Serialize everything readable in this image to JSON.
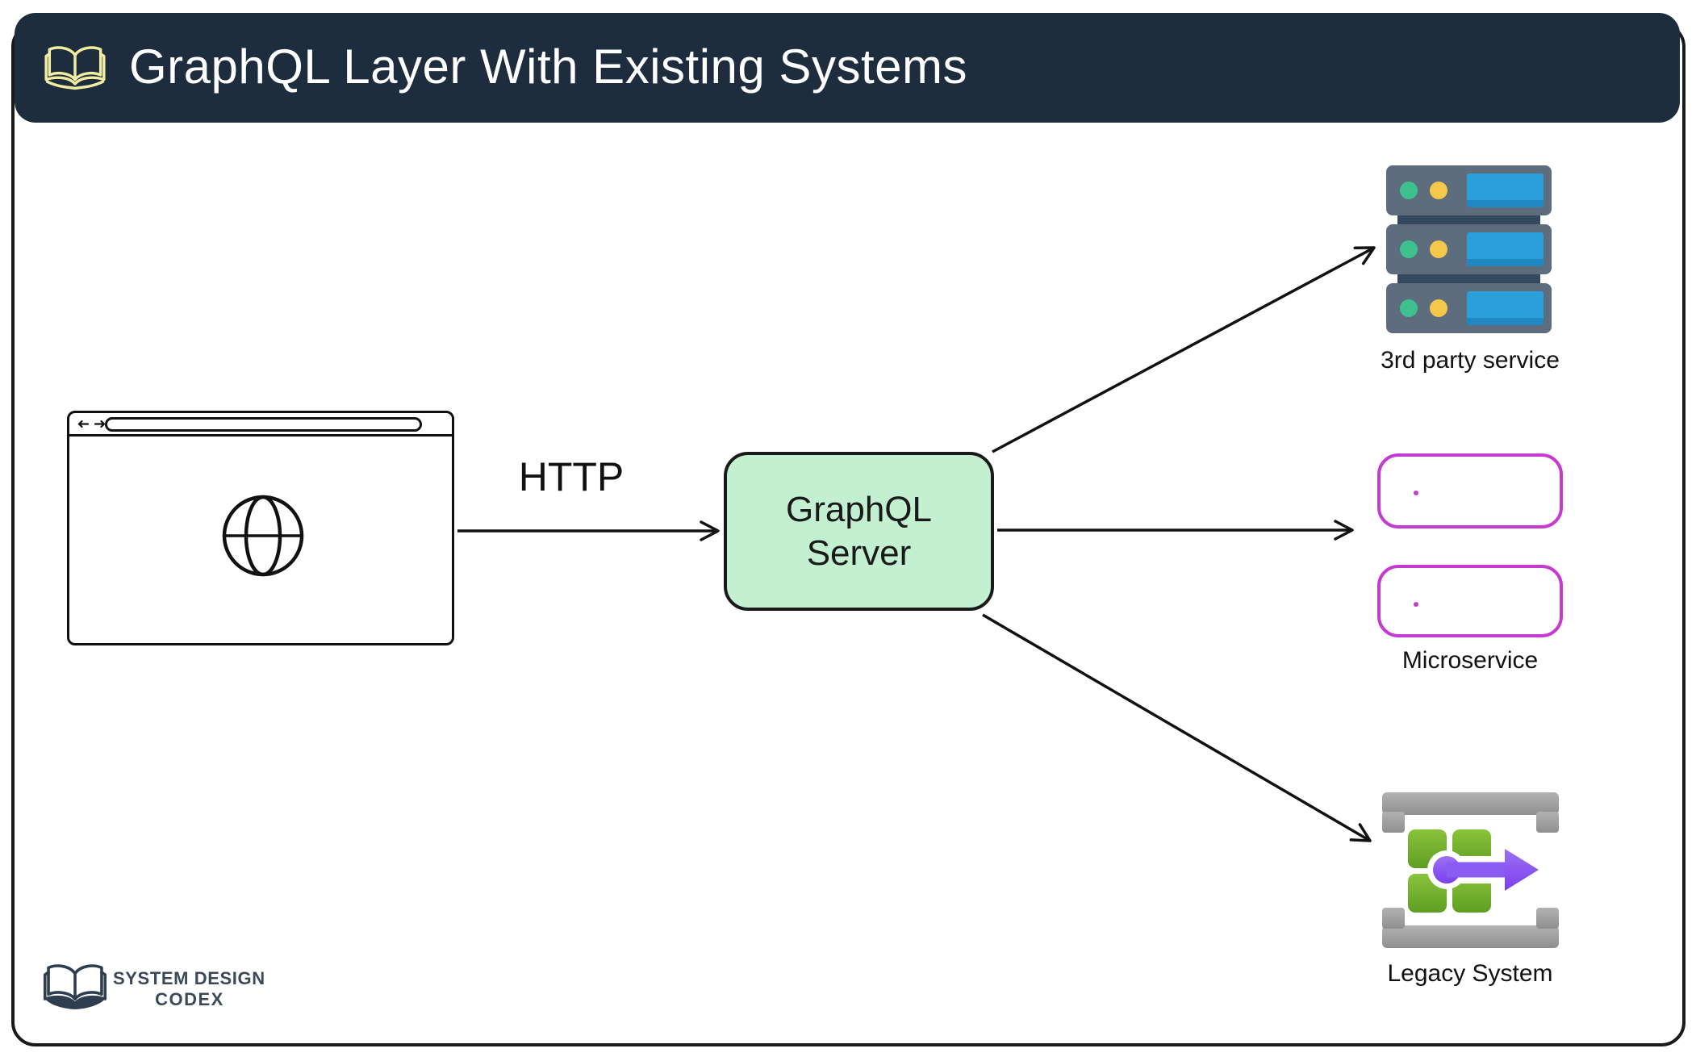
{
  "header": {
    "title": "GraphQL Layer With Existing Systems",
    "icon": "open-book-icon"
  },
  "flow": {
    "client_icon": "browser-window-with-globe",
    "http_label": "HTTP",
    "server_line1": "GraphQL",
    "server_line2": "Server"
  },
  "targets": {
    "third_party": {
      "label": "3rd party service",
      "icon": "server-stack-icon"
    },
    "microservice": {
      "label": "Microservice",
      "icon": "rounded-service-boxes"
    },
    "legacy": {
      "label": "Legacy System",
      "icon": "legacy-system-icon"
    }
  },
  "logo": {
    "line1": "SYSTEM DESIGN",
    "line2": "CODEX",
    "icon": "open-book-icon"
  },
  "colors": {
    "header_bg": "#1d2d3d",
    "header_text": "#ffffff",
    "header_book_yellow": "#f2eda0",
    "diagram_stroke": "#1a1a1a",
    "graphql_box_fill": "#c3f0d0",
    "rack_body": "#5d6d7e",
    "rack_divider": "#34495e",
    "rack_panel_blue": "#2b9fda",
    "rack_panel_blue_dark": "#2187c2",
    "rack_led_green": "#3cc18f",
    "rack_led_yellow": "#f5c84c",
    "microservice_magenta": "#c53bcf",
    "legacy_gray": "#9d9d9d",
    "legacy_green_light": "#8ac33c",
    "legacy_green_dark": "#5f9e22",
    "legacy_purple_light": "#9d71f2",
    "legacy_purple_dark": "#7a3ff0",
    "logo_navy": "#2f3e4f"
  }
}
